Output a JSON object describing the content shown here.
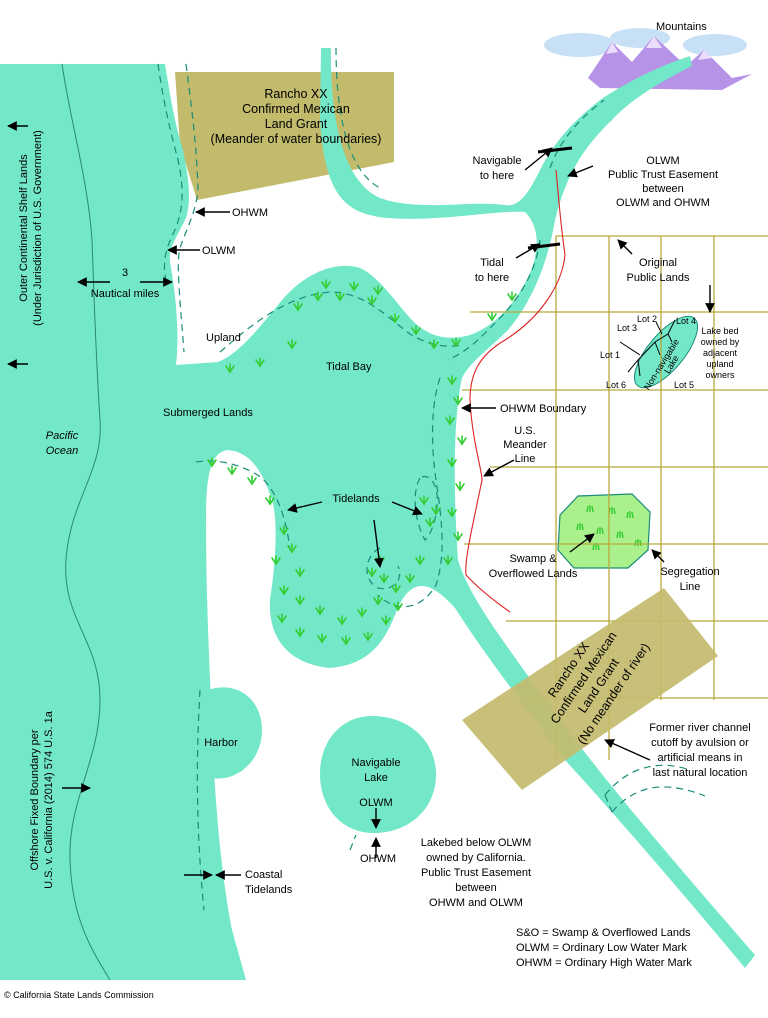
{
  "labels": {
    "mountains": "Mountains",
    "rancho_top": [
      "Rancho XX",
      "Confirmed Mexican",
      "Land Grant",
      "(Meander of water boundaries)"
    ],
    "rancho_bottom": [
      "Rancho XX",
      "Confirmed Mexican",
      "Land Grant",
      "(No meander of river)"
    ],
    "outer_shelf": [
      "Outer Continental Shelf Lands",
      "(Under Jurisdiction of U.S. Government)"
    ],
    "pacific": [
      "Pacific",
      "Ocean"
    ],
    "submerged": "Submerged Lands",
    "ohwm": "OHWM",
    "olwm": "OLWM",
    "three": "3",
    "nautical": "Nautical miles",
    "upland": "Upland",
    "tidal_bay": "Tidal Bay",
    "navigable_here": [
      "Navigable",
      "to here"
    ],
    "tidal_here": [
      "Tidal",
      "to here"
    ],
    "olwm_easement": [
      "OLWM",
      "Public Trust Easement",
      "between",
      "OLWM and OHWM"
    ],
    "original_public": [
      "Original",
      "Public Lands"
    ],
    "lots": [
      "Lot 1",
      "Lot 2",
      "Lot 3",
      "Lot 4",
      "Lot 5",
      "Lot 6"
    ],
    "nonnav_lake": [
      "Non-navigable",
      "Lake"
    ],
    "lakebed_owned": [
      "Lake bed",
      "owned by",
      "adjacent",
      "upland",
      "owners"
    ],
    "ohwm_boundary": "OHWM Boundary",
    "meander_line": [
      "U.S.",
      "Meander",
      "Line"
    ],
    "tidelands": "Tidelands",
    "swamp": [
      "Swamp &",
      "Overflowed Lands"
    ],
    "segregation": [
      "Segregation",
      "Line"
    ],
    "former_channel": [
      "Former river channel",
      "cutoff by avulsion or",
      "artificial means in",
      "last natural location"
    ],
    "harbor": "Harbor",
    "navigable_lake": [
      "Navigable",
      "Lake"
    ],
    "lakebed_california": [
      "Lakebed below OLWM",
      "owned by California.",
      "Public Trust Easement",
      "between",
      "OHWM and OLWM"
    ],
    "offshore_boundary": [
      "Offshore Fixed Boundary per",
      "U.S. v. California (2014) 574 U.S. 1a"
    ],
    "coastal_tidelands": [
      "Coastal",
      "Tidelands"
    ],
    "legend": [
      "S&O = Swamp & Overflowed Lands",
      "OLWM = Ordinary Low Water Mark",
      "OHWM = Ordinary High Water Mark"
    ],
    "copyright": "© California State Lands Commission"
  },
  "colors": {
    "water": "#73e8c8",
    "rancho": "#c3bb6c",
    "grid": "#b8a93a",
    "red_line": "#dd2222",
    "marsh_symbol": "#33cc33",
    "swamp_fill": "#aaf08c",
    "mountains": "#b693e6",
    "clouds": "#c8e0f5"
  }
}
